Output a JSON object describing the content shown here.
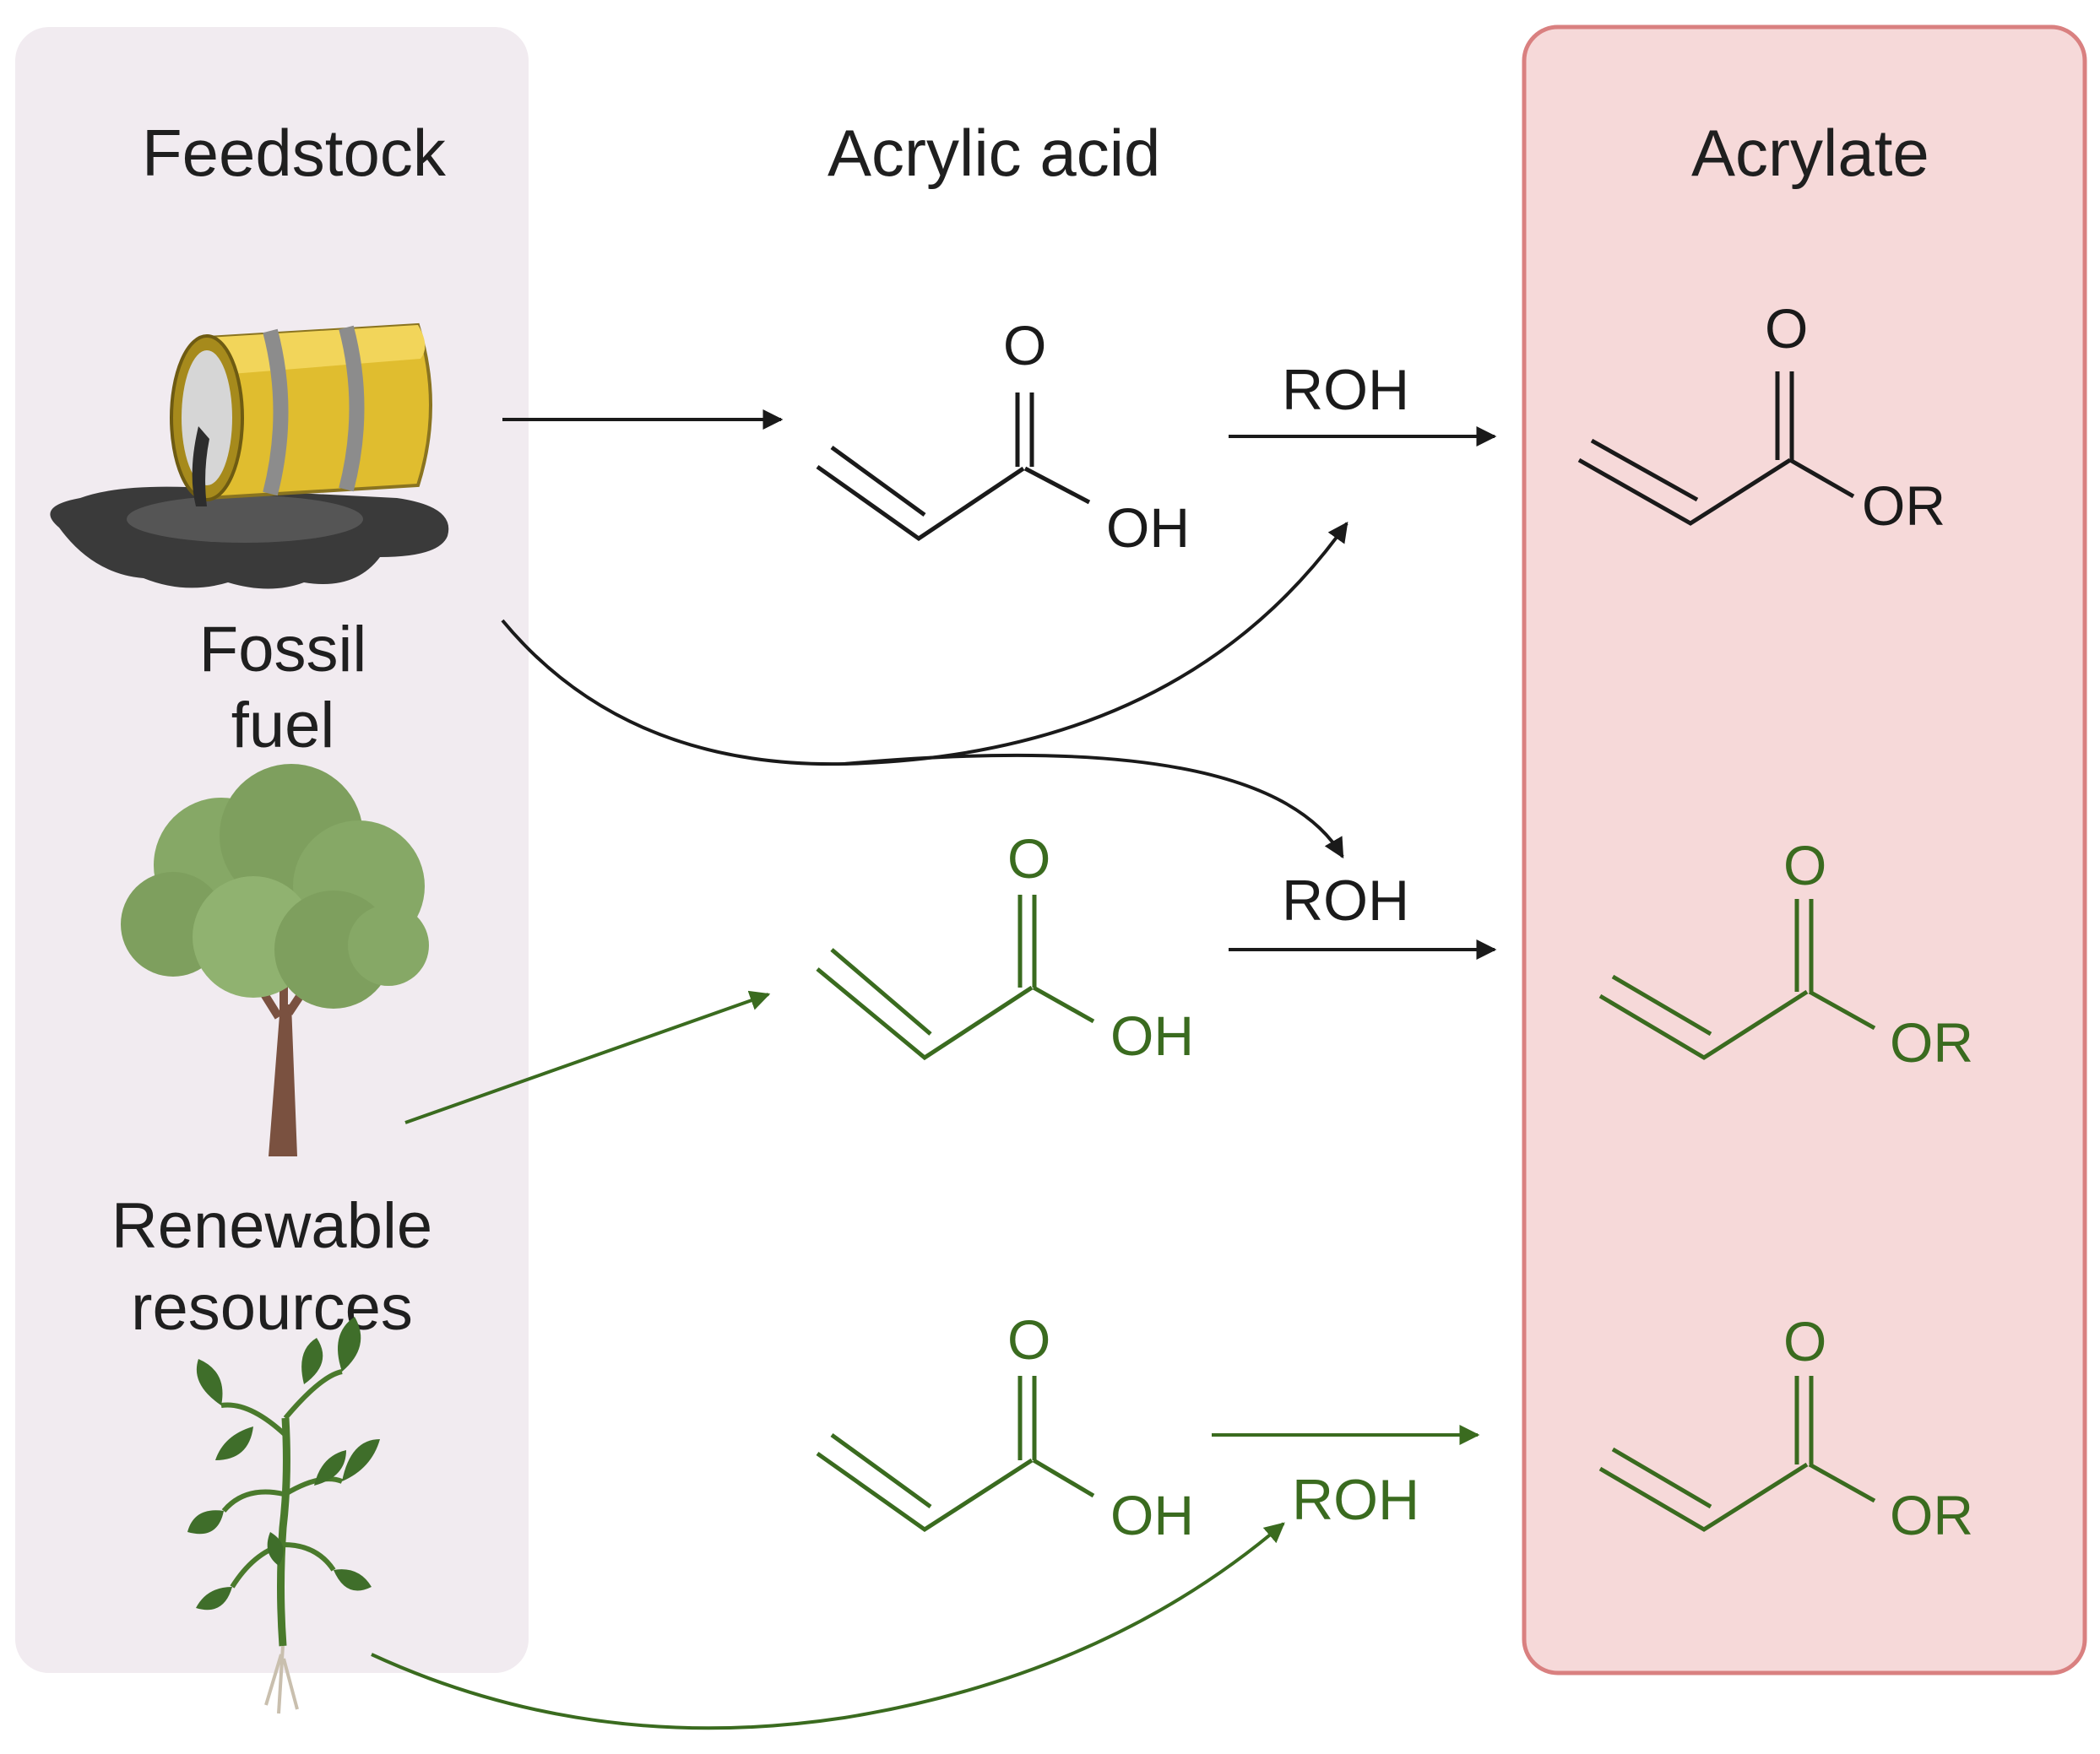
{
  "columns": {
    "feedstock": "Feedstock",
    "acrylic_acid": "Acrylic acid",
    "acrylate": "Acrylate"
  },
  "sources": {
    "fossil_line1": "Fossil",
    "fossil_line2": "fuel",
    "renewable_line1": "Renewable",
    "renewable_line2": "resources"
  },
  "reagent": "ROH",
  "atoms": {
    "carbonyl_o": "O",
    "acid_oh": "OH",
    "ester_or": "OR"
  },
  "colors": {
    "fossil": "#1a1a1a",
    "renewable": "#3a6b1f",
    "feedstock_panel": "#f1ebf0",
    "acrylate_panel": "#f6d9d9",
    "acrylate_border": "#d98080"
  },
  "icons": [
    "oil-barrel-spill-icon",
    "tree-icon",
    "plant-seedling-icon"
  ]
}
